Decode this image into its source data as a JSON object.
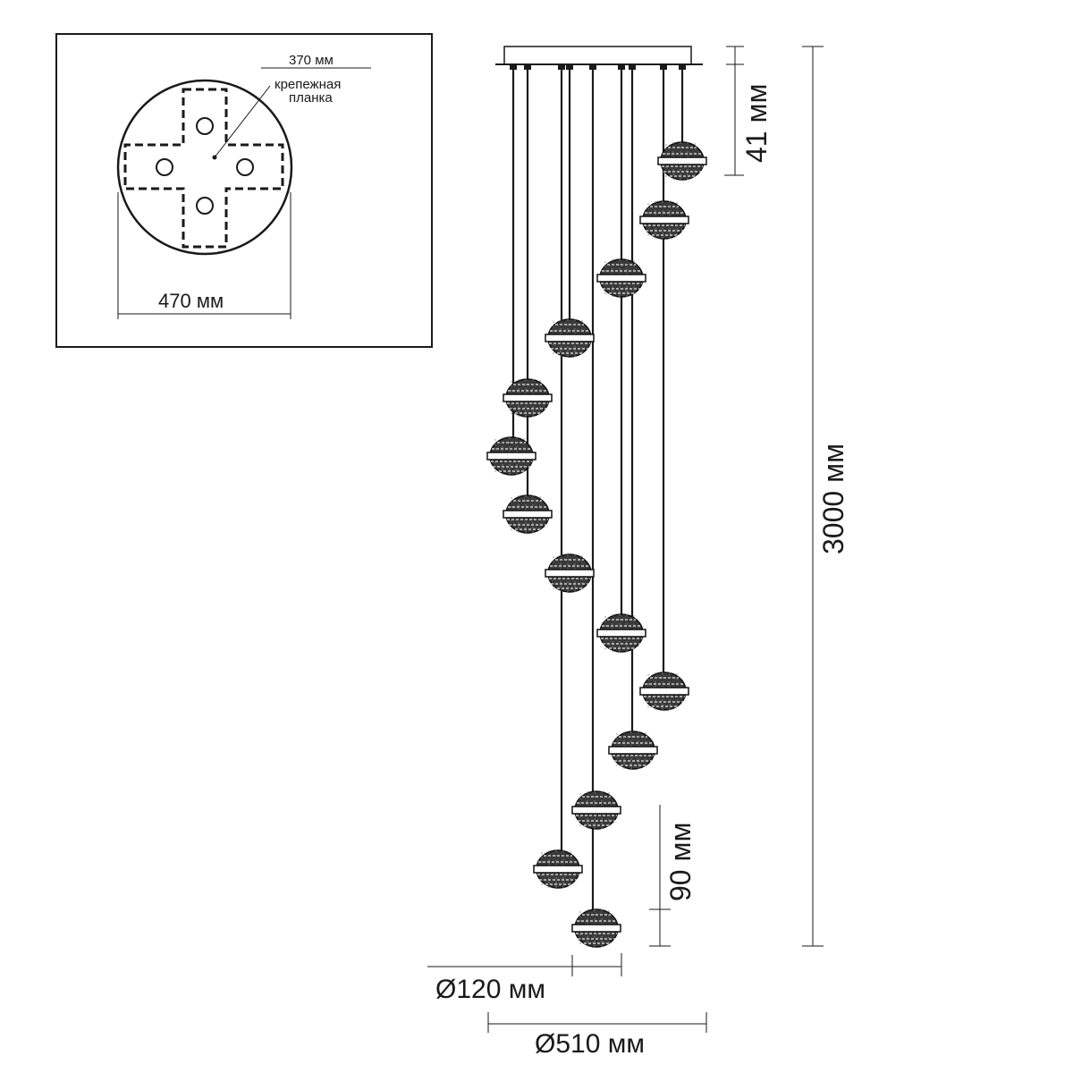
{
  "inset": {
    "plate_label": "370 мм",
    "bracket_label_line1": "крепежная",
    "bracket_label_line2": "планка",
    "diameter_label": "470 мм"
  },
  "dimensions": {
    "canopy_height": "41 мм",
    "total_height": "3000 мм",
    "shade_height": "90 мм",
    "shade_diameter": "Ø120 мм",
    "overall_diameter": "Ø510 мм"
  },
  "colors": {
    "line": "#1a1a1a",
    "background": "#ffffff"
  }
}
